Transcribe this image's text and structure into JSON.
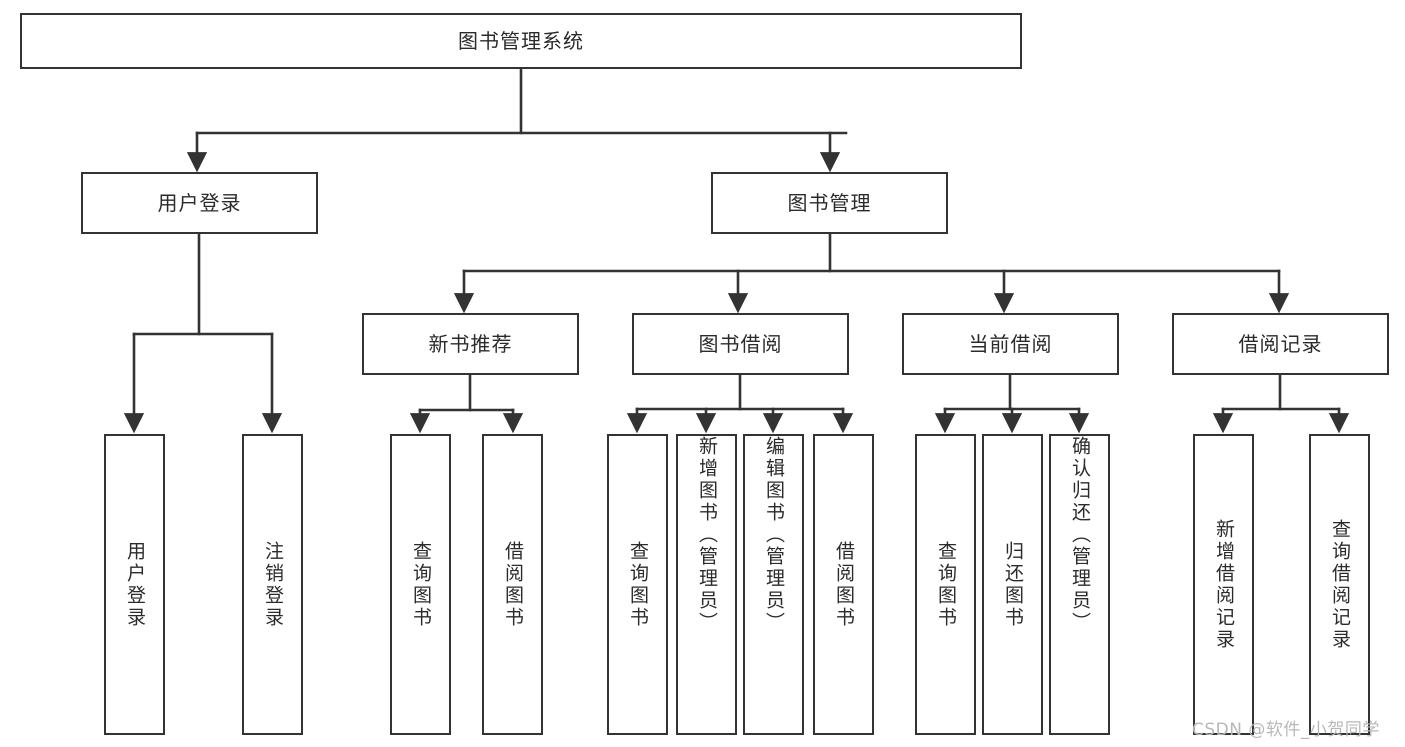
{
  "diagram": {
    "type": "tree-hierarchy",
    "root": {
      "id": "root",
      "label": "图书管理系统"
    },
    "level1": [
      {
        "id": "user-login",
        "label": "用户登录"
      },
      {
        "id": "book-manage",
        "label": "图书管理"
      }
    ],
    "level2": [
      {
        "id": "new-book-rec",
        "label": "新书推荐",
        "parent": "book-manage"
      },
      {
        "id": "book-borrow",
        "label": "图书借阅",
        "parent": "book-manage"
      },
      {
        "id": "current-borrow",
        "label": "当前借阅",
        "parent": "book-manage"
      },
      {
        "id": "borrow-record",
        "label": "借阅记录",
        "parent": "book-manage"
      }
    ],
    "leaves": [
      {
        "id": "leaf-user-login",
        "label": "用户登录",
        "parent": "user-login",
        "vertical_align": "center"
      },
      {
        "id": "leaf-logout",
        "label": "注销登录",
        "parent": "user-login",
        "vertical_align": "center"
      },
      {
        "id": "leaf-query-book-1",
        "label": "查询图书",
        "parent": "new-book-rec",
        "vertical_align": "center"
      },
      {
        "id": "leaf-borrow-book-1",
        "label": "借阅图书",
        "parent": "new-book-rec",
        "vertical_align": "center"
      },
      {
        "id": "leaf-query-book-2",
        "label": "查询图书",
        "parent": "book-borrow",
        "vertical_align": "center"
      },
      {
        "id": "leaf-add-book",
        "label": "新增图书（管理员）",
        "parent": "book-borrow",
        "vertical_align": "top"
      },
      {
        "id": "leaf-edit-book",
        "label": "编辑图书（管理员）",
        "parent": "book-borrow",
        "vertical_align": "top"
      },
      {
        "id": "leaf-borrow-book-2",
        "label": "借阅图书",
        "parent": "book-borrow",
        "vertical_align": "center"
      },
      {
        "id": "leaf-query-book-3",
        "label": "查询图书",
        "parent": "current-borrow",
        "vertical_align": "center"
      },
      {
        "id": "leaf-return-book",
        "label": "归还图书",
        "parent": "current-borrow",
        "vertical_align": "center"
      },
      {
        "id": "leaf-confirm-return",
        "label": "确认归还（管理员）",
        "parent": "current-borrow",
        "vertical_align": "top"
      },
      {
        "id": "leaf-add-record",
        "label": "新增借阅记录",
        "parent": "borrow-record",
        "vertical_align": "center"
      },
      {
        "id": "leaf-query-record",
        "label": "查询借阅记录",
        "parent": "borrow-record",
        "vertical_align": "center"
      }
    ]
  },
  "watermark": {
    "text": "CSDN @软件_小贺同学"
  },
  "colors": {
    "stroke": "#333333",
    "text": "#2b2b2b",
    "background": "#ffffff",
    "watermark": "#b8b8b8"
  }
}
